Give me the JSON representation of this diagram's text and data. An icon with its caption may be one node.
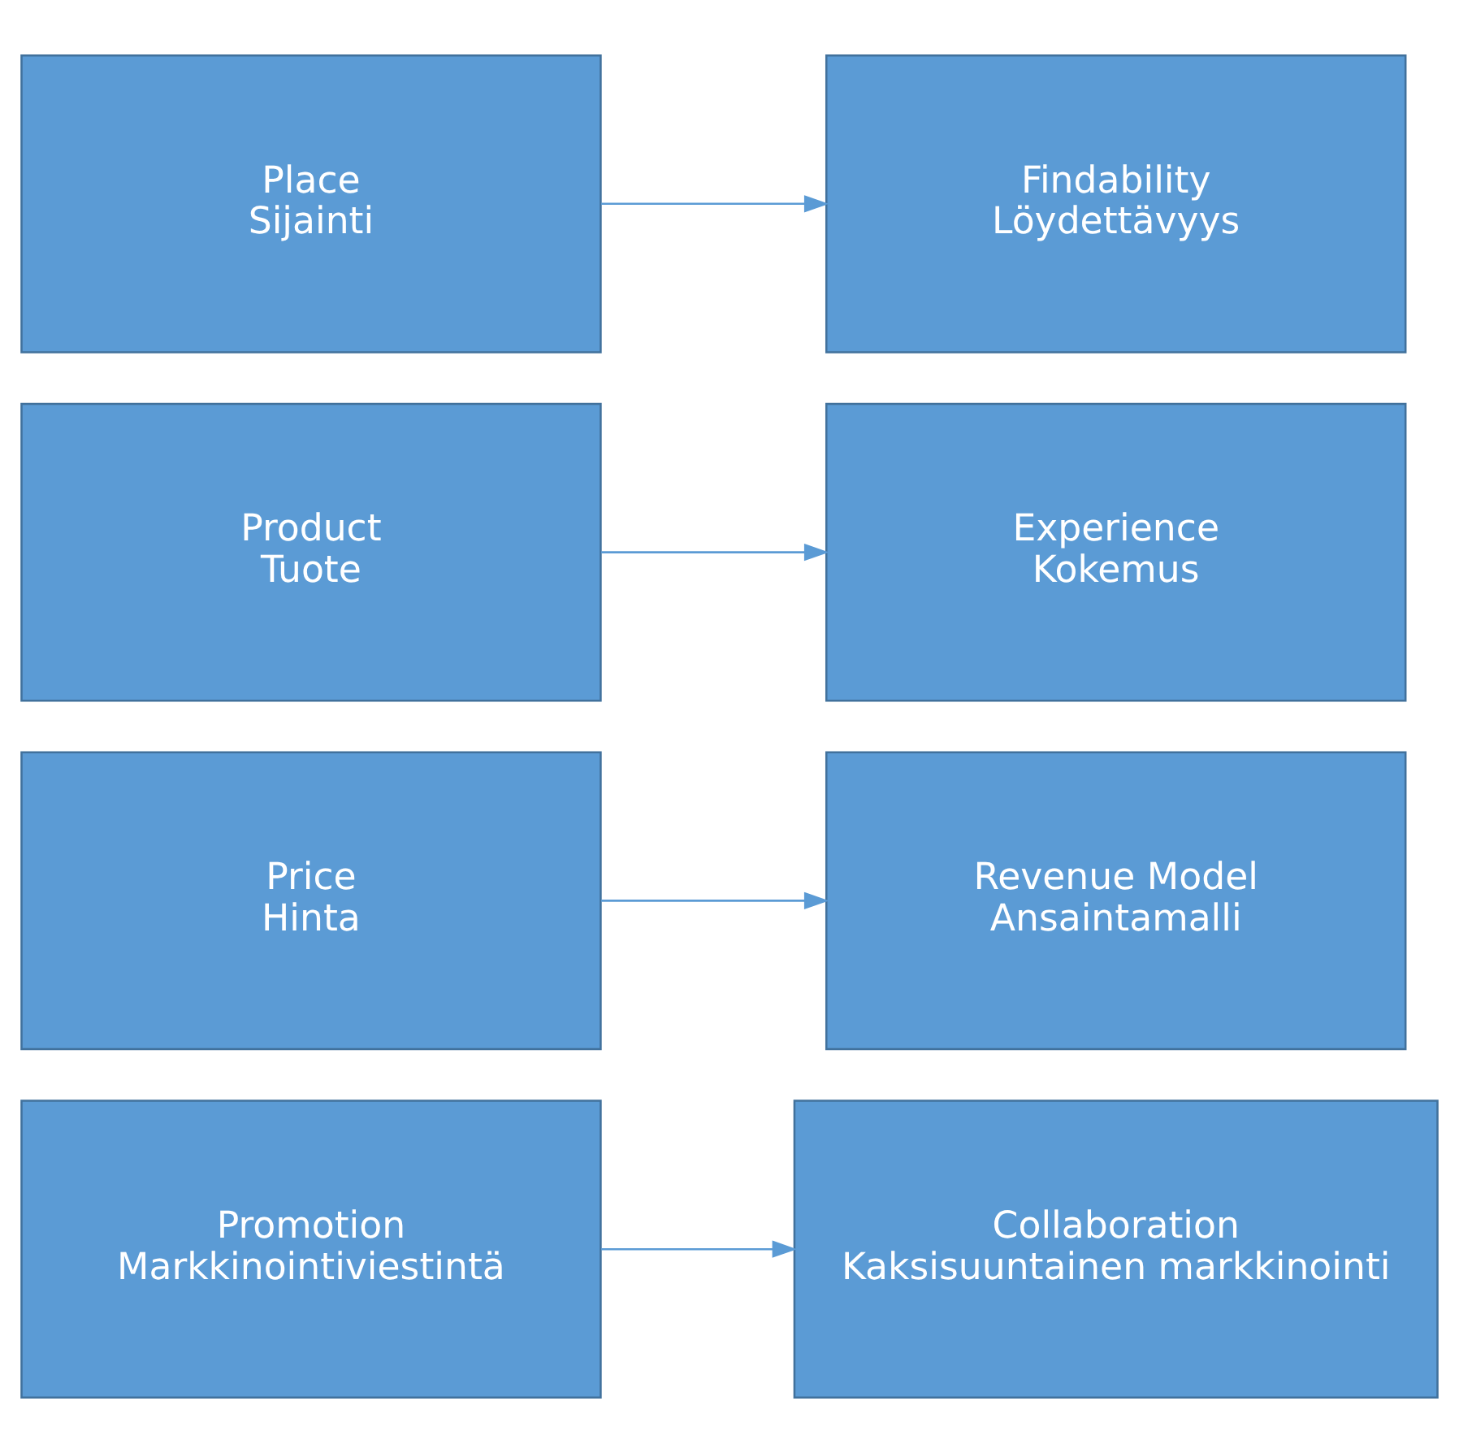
{
  "diagram": {
    "nodes": [
      {
        "text": [
          "Promotion",
          "Markkinointiviestintä"
        ]
      },
      {
        "text": [
          "Collaboration",
          "Kaksisuuntainen markkinointi"
        ]
      },
      {
        "text": [
          "Price",
          "Hinta"
        ]
      },
      {
        "text": [
          "Revenue Model",
          "Ansaintamalli"
        ]
      },
      {
        "text": [
          "Product",
          "Tuote"
        ]
      },
      {
        "text": [
          "Experience",
          "Kokemus"
        ]
      },
      {
        "text": [
          "Place",
          "Sijainti"
        ]
      },
      {
        "text": [
          "Findability",
          "Löydettävyys"
        ]
      }
    ],
    "edges": [
      {
        "from": 0,
        "to": 1,
        "arrow": "to"
      },
      {
        "from": 2,
        "to": 3,
        "arrow": "to"
      },
      {
        "from": 4,
        "to": 5,
        "arrow": "to"
      },
      {
        "from": 6,
        "to": 7,
        "arrow": "to"
      }
    ]
  }
}
